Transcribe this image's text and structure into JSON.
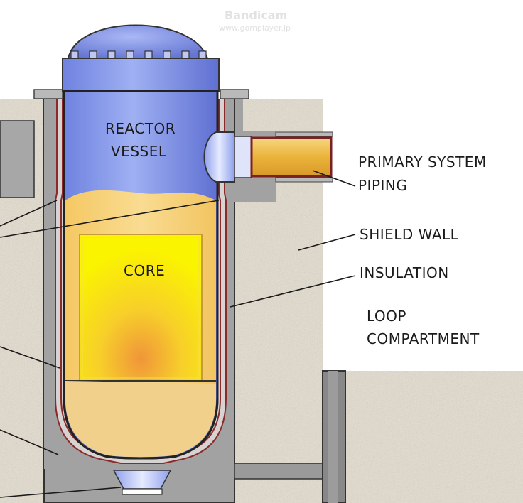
{
  "watermark": {
    "brand": "Bandicam",
    "url": "www.gomplayer.jp"
  },
  "labels": {
    "reactor_vessel_line1": "REACTOR",
    "reactor_vessel_line2": "VESSEL",
    "core": "CORE",
    "primary_piping_line1": "PRIMARY SYSTEM",
    "primary_piping_line2": "PIPING",
    "shield_wall": "SHIELD WALL",
    "insulation": "INSULATION",
    "loop_compartment_line1": "LOOP",
    "loop_compartment_line2": "COMPARTMENT"
  },
  "colors": {
    "concrete": "#e6e0d4",
    "cavity_gray": "#a2a2a2",
    "vessel_blue": "#7e8fe6",
    "coolant": "#f7d483",
    "core_yellow": "#f8f200",
    "core_hot": "#f09a3a",
    "insulation": "#8a2a2a",
    "pipe_gold": "#efbf3a"
  }
}
